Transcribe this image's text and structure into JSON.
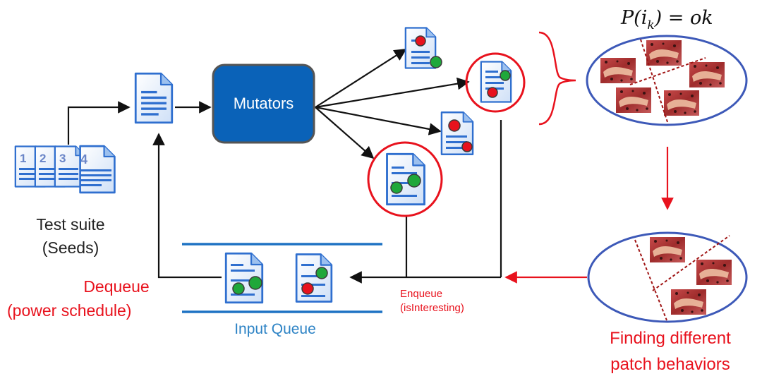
{
  "colors": {
    "doc_blue": "#2f6fcf",
    "doc_fill": "#dbe9fb",
    "mutator_fill": "#0a62b8",
    "mutator_border": "#555555",
    "red": "#e8121d",
    "green": "#1fa83a",
    "queue_line": "#1f73c4",
    "ellipse_stroke": "#3d59b8"
  },
  "icons": {
    "document": "document-icon",
    "stacked_documents": "stacked-documents-icon",
    "patch_image": "patch-image-icon"
  },
  "labels": {
    "formula": "P(i_k) = ok",
    "mutators": "Mutators",
    "test_suite_line1": "Test suite",
    "test_suite_line2": "(Seeds)",
    "dequeue_line1": "Dequeue",
    "dequeue_line2": "(power schedule)",
    "input_queue": "Input Queue",
    "enqueue_line1": "Enqueue",
    "enqueue_line2": "(isInteresting)",
    "finding_line1": "Finding different",
    "finding_line2": "patch behaviors"
  },
  "seed_numbers": [
    "1",
    "2",
    "3",
    "4"
  ]
}
